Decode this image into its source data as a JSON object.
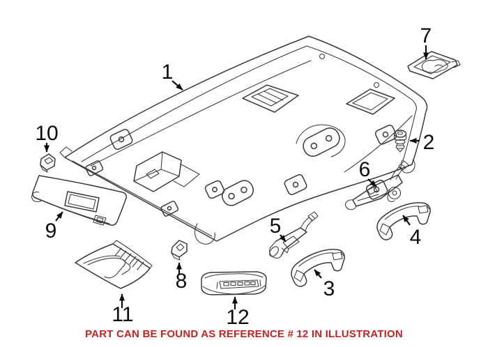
{
  "diagram": {
    "caption": "PART CAN BE FOUND AS REFERENCE # 12 IN ILLUSTRATION",
    "colors": {
      "line": "#383838",
      "label": "#0b0b0b",
      "caption": "#c32222",
      "background": "#ffffff"
    },
    "parts": [
      {
        "ref": "1",
        "icon": "headliner-panel-drawing"
      },
      {
        "ref": "2",
        "icon": "push-pin-retainer-drawing"
      },
      {
        "ref": "3",
        "icon": "grab-handle-drawing"
      },
      {
        "ref": "4",
        "icon": "grab-handle-drawing"
      },
      {
        "ref": "5",
        "icon": "handle-bracket-drawing"
      },
      {
        "ref": "6",
        "icon": "handle-bracket-drawing"
      },
      {
        "ref": "7",
        "icon": "storage-tray-drawing"
      },
      {
        "ref": "8",
        "icon": "retainer-clip-drawing"
      },
      {
        "ref": "9",
        "icon": "sun-visor-drawing"
      },
      {
        "ref": "10",
        "icon": "retainer-clip-drawing"
      },
      {
        "ref": "11",
        "icon": "trim-panel-drawing"
      },
      {
        "ref": "12",
        "icon": "dome-light-drawing"
      }
    ]
  }
}
